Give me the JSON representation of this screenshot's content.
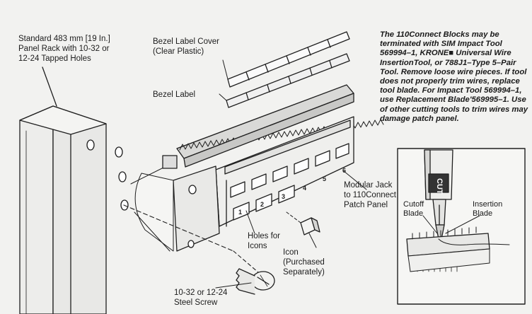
{
  "labels": {
    "rack": "Standard 483 mm [19 In.]\nPanel Rack with 10-32 or\n12-24 Tapped Holes",
    "bezel_cover": "Bezel Label Cover\n(Clear Plastic)",
    "bezel_label": "Bezel Label",
    "modular_jack": "Modular Jack\nto 110Connect\nPatch Panel",
    "holes_for_icons": "Holes for\nIcons",
    "icon": "Icon\n(Purchased\nSeparately)",
    "steel_screw": "10-32 or 12-24\nSteel Screw"
  },
  "port_numbers": [
    "1",
    "2",
    "3",
    "4",
    "5",
    "6"
  ],
  "note": "The 110Connect Blocks may be terminated with SIM Impact Tool 569994–1, KRONE■ Universal Wire InsertionTool, or 788J1–Type 5–Pair Tool. Remove loose wire pieces. If tool does not properly trim wires, replace tool blade. For Impact Tool 569994–1, use Replacement Blade'569995–1. Use of other cutting tools to trim wires may damage patch panel.",
  "tool_inset": {
    "cutoff_blade": "Cutoff\nBlade",
    "insertion_blade": "Insertion\nBlade",
    "tool_text": "CUT"
  }
}
